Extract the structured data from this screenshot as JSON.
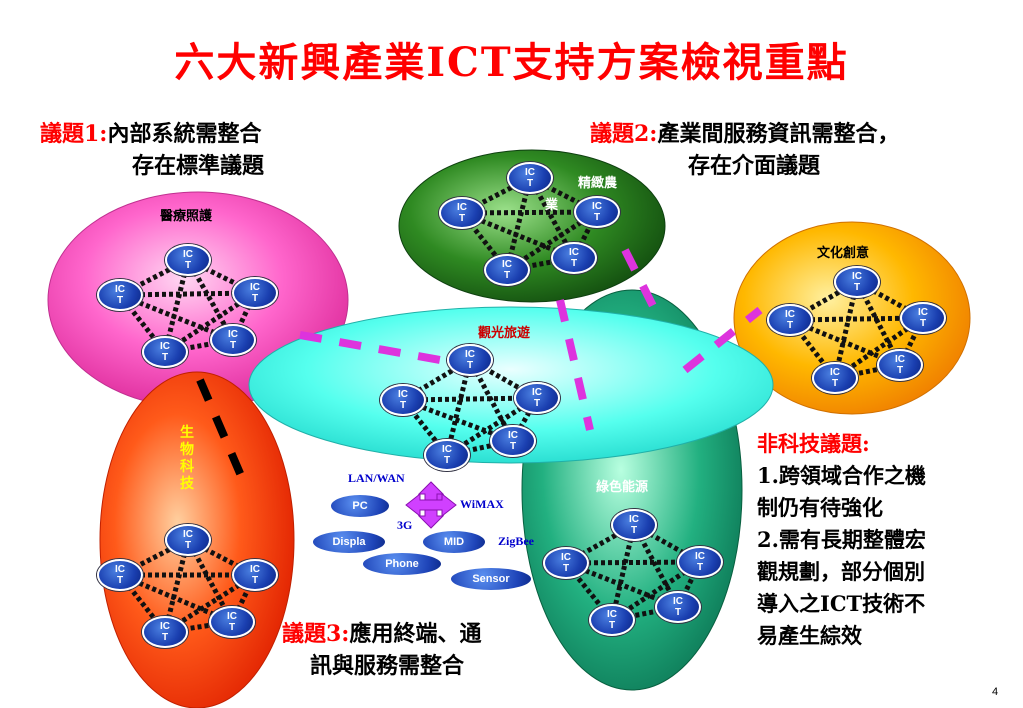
{
  "title": "六大新興產業ICT支持方案檢視重點",
  "issue1": {
    "label": "議題1:",
    "line1": "內部系統需整合",
    "line2": "存在標準議題"
  },
  "issue2": {
    "label": "議題2:",
    "line1": "產業間服務資訊需整合，",
    "line2": "存在介面議題"
  },
  "issue3": {
    "label": "議題3:",
    "line1": "應用終端、通",
    "line2": "訊與服務需整合"
  },
  "regions": {
    "medical": "醫療照護",
    "agri_line1": "精緻農",
    "agri_line2": "業",
    "culture": "文化創意",
    "tourism": "觀光旅遊",
    "bio": "生物科技",
    "green": "綠色能源"
  },
  "node_text_line1": "IC",
  "node_text_line2": "T",
  "tech": {
    "lan": "LAN/WAN",
    "wimax": "WiMAX",
    "g3": "3G",
    "zigbee": "ZigBee",
    "pc": "PC",
    "display": "Displa",
    "mid": "MID",
    "phone": "Phone",
    "sensor": "Sensor"
  },
  "nontech": {
    "head": "非科技議題:",
    "p1_line1": "1.跨領域合作之機",
    "p1_line2": "制仍有待強化",
    "p2_line1": "2.需有長期整體宏",
    "p2_line2": "觀規劃，部分個別",
    "p2_line3": "導入之ICT技術不",
    "p2_line4": "易產生綜效"
  },
  "colors": {
    "title": "#ff0000",
    "medical": "#ff66cc",
    "agri": "#2e7d22",
    "culture": "#ffb000",
    "tourism": "#55ffee",
    "bio": "#ff3a10",
    "green": "#1aa07a",
    "node": "#1a3fb0",
    "connector": "#cc33cc",
    "cross": "#cc33ff"
  },
  "page_number": "4"
}
